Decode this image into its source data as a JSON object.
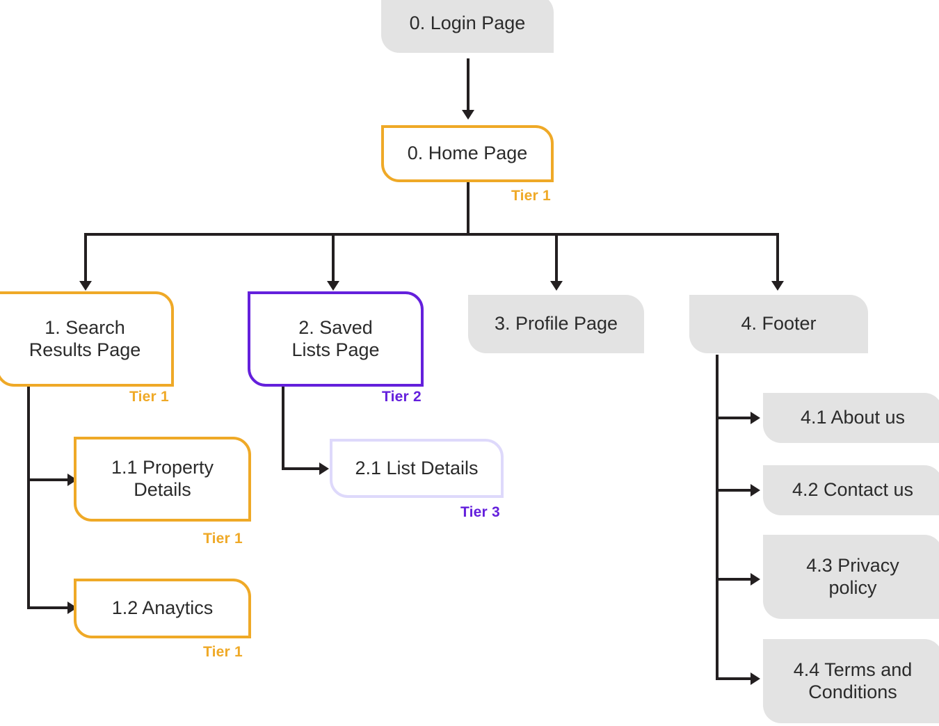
{
  "diagram": {
    "title": "Site map / page hierarchy flow chart",
    "colors": {
      "orange": "#efa927",
      "purple": "#6420dc",
      "lavender": "#ded9fb",
      "gray_fill": "#e3e3e3",
      "line": "#231f20",
      "text": "#2b2b2b"
    }
  },
  "nodes": {
    "login": {
      "label": "0. Login Page",
      "style": "gray"
    },
    "home": {
      "label": "0. Home Page",
      "style": "outline-orange",
      "tier": "Tier 1"
    },
    "search_results": {
      "label": "1. Search\nResults Page",
      "style": "outline-orange",
      "tier": "Tier 1"
    },
    "saved_lists": {
      "label": "2. Saved\nLists Page",
      "style": "outline-purple",
      "tier": "Tier 2"
    },
    "profile": {
      "label": "3. Profile Page",
      "style": "gray"
    },
    "footer": {
      "label": "4. Footer",
      "style": "gray"
    },
    "property_details": {
      "label": "1.1 Property\nDetails",
      "style": "outline-orange",
      "tier": "Tier 1"
    },
    "analytics": {
      "label": "1.2 Anaytics",
      "style": "outline-orange",
      "tier": "Tier 1"
    },
    "list_details": {
      "label": "2.1 List Details",
      "style": "outline-lavender",
      "tier": "Tier 3"
    },
    "about_us": {
      "label": "4.1 About us",
      "style": "gray"
    },
    "contact_us": {
      "label": "4.2 Contact us",
      "style": "gray"
    },
    "privacy_policy": {
      "label": "4.3 Privacy\npolicy",
      "style": "gray"
    },
    "terms_conditions": {
      "label": "4.4 Terms and\nConditions",
      "style": "gray"
    }
  }
}
